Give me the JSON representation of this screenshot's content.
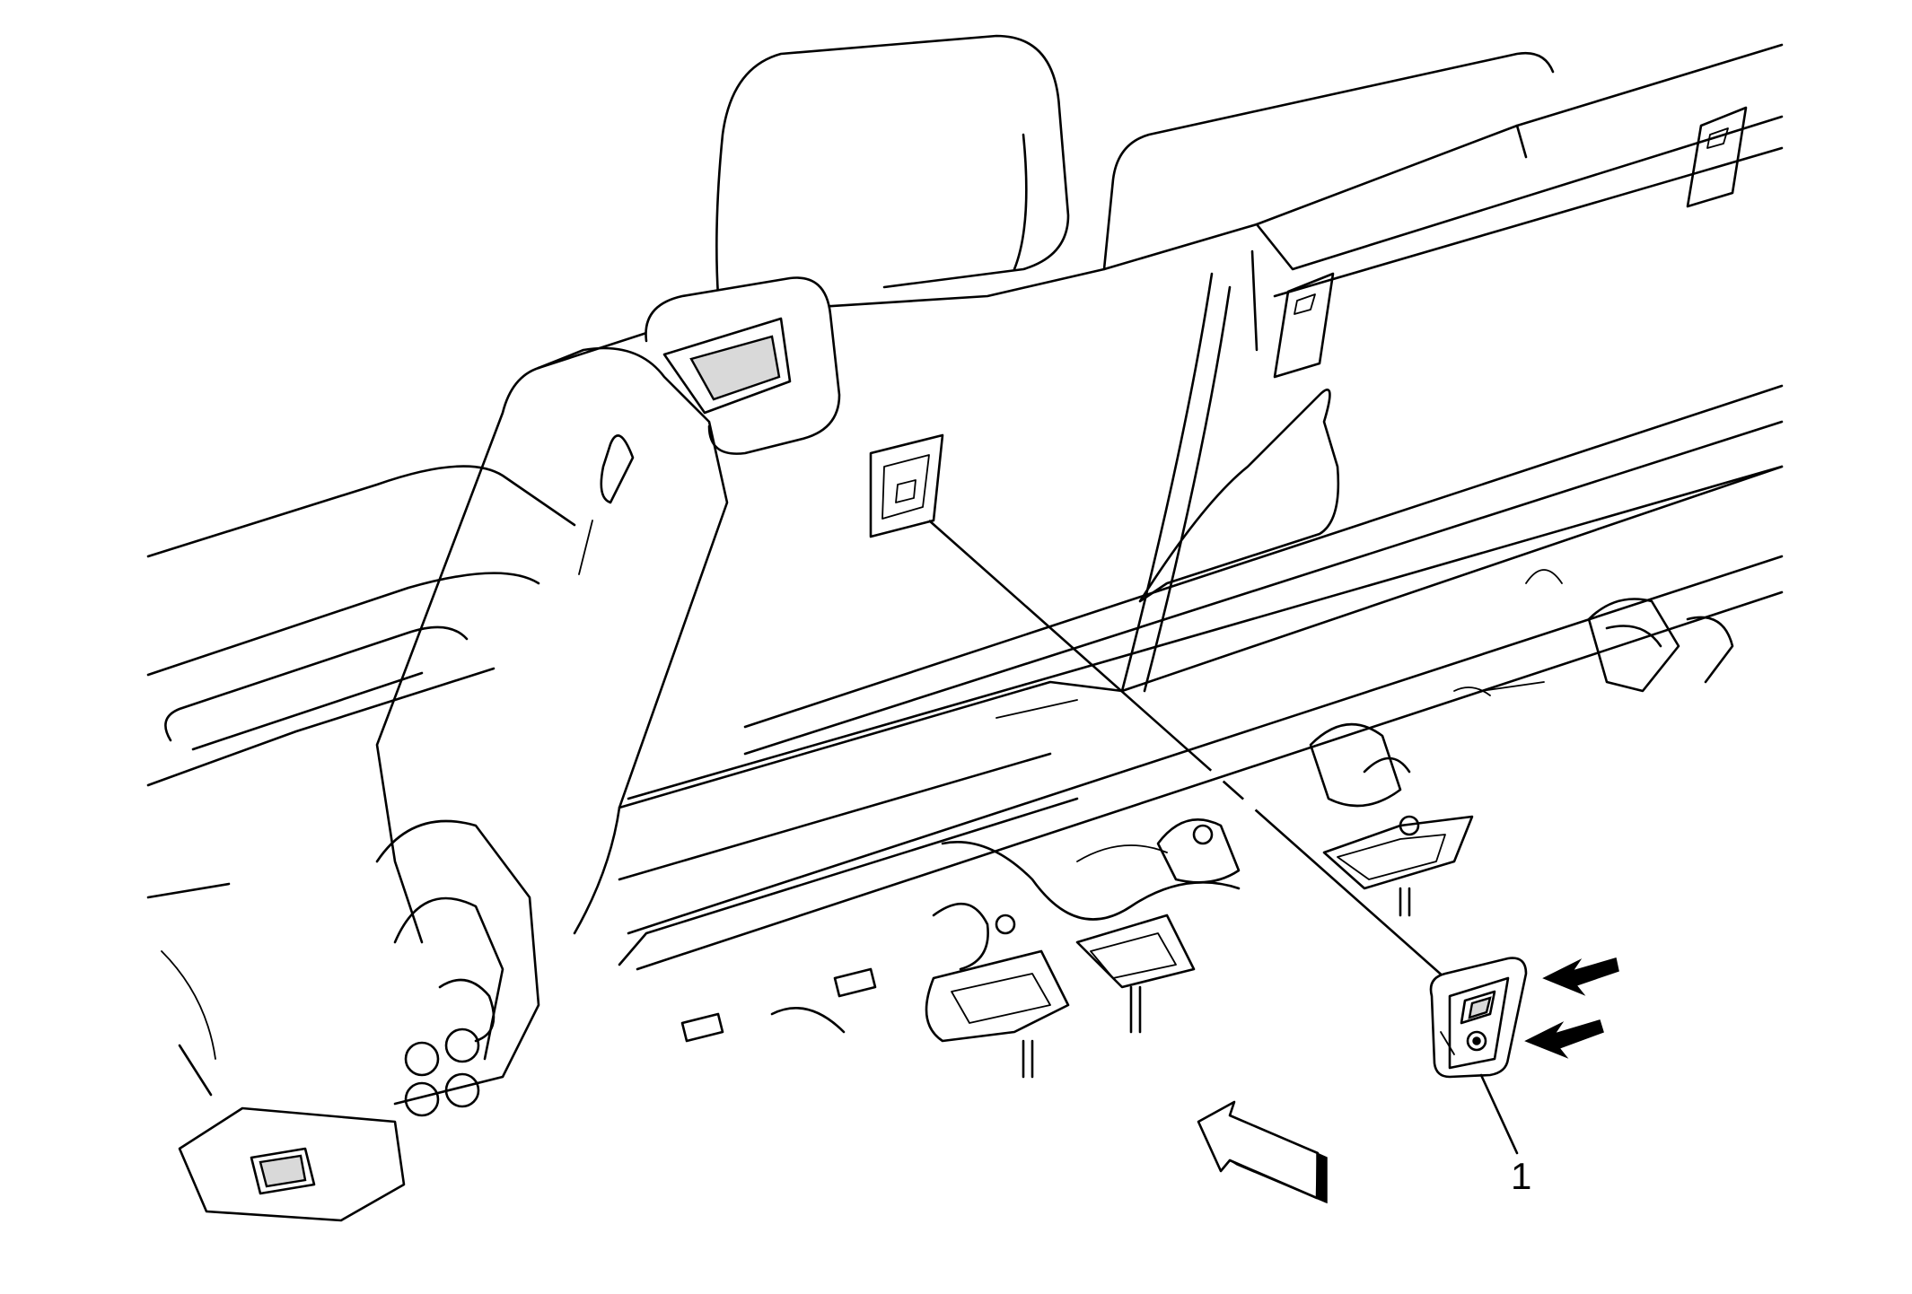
{
  "diagram": {
    "callouts": [
      {
        "label": "1",
        "target": "seat-back-switch-bezel"
      }
    ],
    "arrows": {
      "press_arrows_count": 2,
      "view_direction_arrow": true
    },
    "colors": {
      "line": "#000000",
      "background": "#ffffff",
      "shade": "#d9d9d9"
    }
  }
}
